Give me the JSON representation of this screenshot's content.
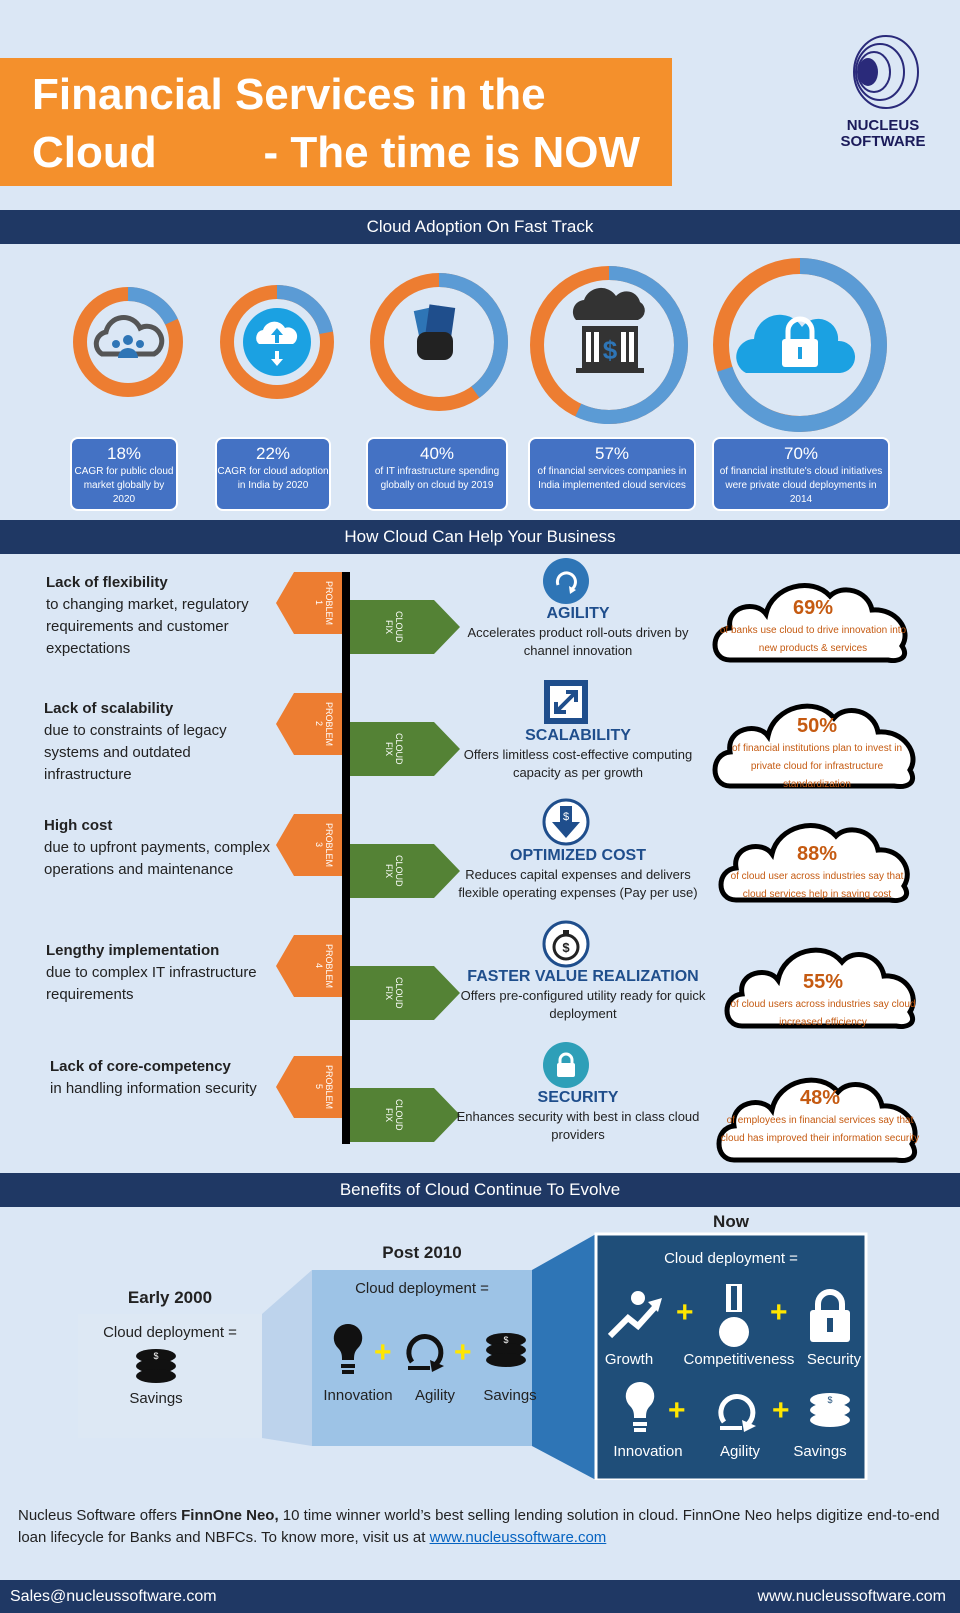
{
  "title": {
    "line1": "Financial Services in the Cloud",
    "line2": "- The time is NOW"
  },
  "logo": {
    "line1": "NUCLEUS",
    "line2": "SOFTWARE"
  },
  "section1": {
    "heading": "Cloud Adoption On Fast Track",
    "stats": [
      {
        "pct": "18%",
        "text": "CAGR for public cloud market globally by 2020",
        "fraction": 0.18,
        "icon": "cloud-users-icon"
      },
      {
        "pct": "22%",
        "text": "CAGR for cloud adoption in India by 2020",
        "fraction": 0.22,
        "icon": "cloud-upload-icon"
      },
      {
        "pct": "40%",
        "text": "of IT infrastructure spending globally on cloud by 2019",
        "fraction": 0.4,
        "icon": "money-hand-icon"
      },
      {
        "pct": "57%",
        "text": "of financial services companies in India implemented cloud services",
        "fraction": 0.57,
        "icon": "cloud-bank-icon"
      },
      {
        "pct": "70%",
        "text": "of financial institute's cloud initiatives were private cloud deployments in 2014",
        "fraction": 0.7,
        "icon": "cloud-lock-icon"
      }
    ]
  },
  "section2": {
    "heading": "How Cloud Can Help Your Business",
    "problem_tag": "PROBLEM",
    "fix_tag": "CLOUD FIX",
    "rows": [
      {
        "num": "1",
        "problem_title": "Lack of flexibility",
        "problem_desc": "to changing market, regulatory requirements and customer expectations",
        "solution": "AGILITY",
        "solution_desc": "Accelerates product roll-outs driven by channel innovation",
        "stat": "69%",
        "stat_text": "of banks use cloud to drive innovation into new products & services"
      },
      {
        "num": "2",
        "problem_title": "Lack of scalability",
        "problem_desc": "due to constraints of legacy systems and outdated infrastructure",
        "solution": "SCALABILITY",
        "solution_desc": "Offers limitless cost-effective computing capacity as per growth",
        "stat": "50%",
        "stat_text": "of financial institutions plan to invest in private cloud for infrastructure standardization"
      },
      {
        "num": "3",
        "problem_title": "High cost",
        "problem_desc": "due to upfront payments, complex operations and maintenance",
        "solution": "OPTIMIZED COST",
        "solution_desc": "Reduces capital expenses and delivers flexible operating expenses (Pay per use)",
        "stat": "88%",
        "stat_text": "of cloud user across industries say that cloud services help in saving cost"
      },
      {
        "num": "4",
        "problem_title": "Lengthy implementation",
        "problem_desc": "due to complex IT infrastructure requirements",
        "solution": "FASTER VALUE REALIZATION",
        "solution_desc": "Offers pre-configured utility ready for quick deployment",
        "stat": "55%",
        "stat_text": "of cloud users across industries say cloud increased efficiency"
      },
      {
        "num": "5",
        "problem_title": "Lack of core-competency",
        "problem_desc": "in handling information security",
        "solution": "SECURITY",
        "solution_desc": "Enhances security with best in class cloud providers",
        "stat": "48%",
        "stat_text": "of employees in financial services say that cloud has improved their information security"
      }
    ]
  },
  "section3": {
    "heading": "Benefits of Cloud Continue To Evolve",
    "deployment_label": "Cloud deployment =",
    "early": {
      "label": "Early 2000",
      "items": [
        "Savings"
      ]
    },
    "post": {
      "label": "Post 2010",
      "items": [
        "Innovation",
        "Agility",
        "Savings"
      ]
    },
    "now": {
      "label": "Now",
      "items_top": [
        "Growth",
        "Competitiveness",
        "Security"
      ],
      "items_bottom": [
        "Innovation",
        "Agility",
        "Savings"
      ]
    }
  },
  "footer": {
    "pre": "Nucleus Software offers ",
    "product": "FinnOne Neo,",
    "post": " 10 time winner world’s best selling lending solution in cloud. FinnOne Neo helps digitize end-to-end loan lifecycle for Banks and NBFCs. To know more, visit us at ",
    "link": "www.nucleussoftware.com"
  },
  "bottom_bar": {
    "email": "Sales@nucleussoftware.com",
    "website": "www.nucleussoftware.com"
  },
  "colors": {
    "orange": "#f4902c",
    "donut_orange": "#ed7d31",
    "donut_blue": "#5b9bd5",
    "navy": "#1f3864",
    "stat_blue": "#4472c4",
    "fix_green": "#548235"
  }
}
